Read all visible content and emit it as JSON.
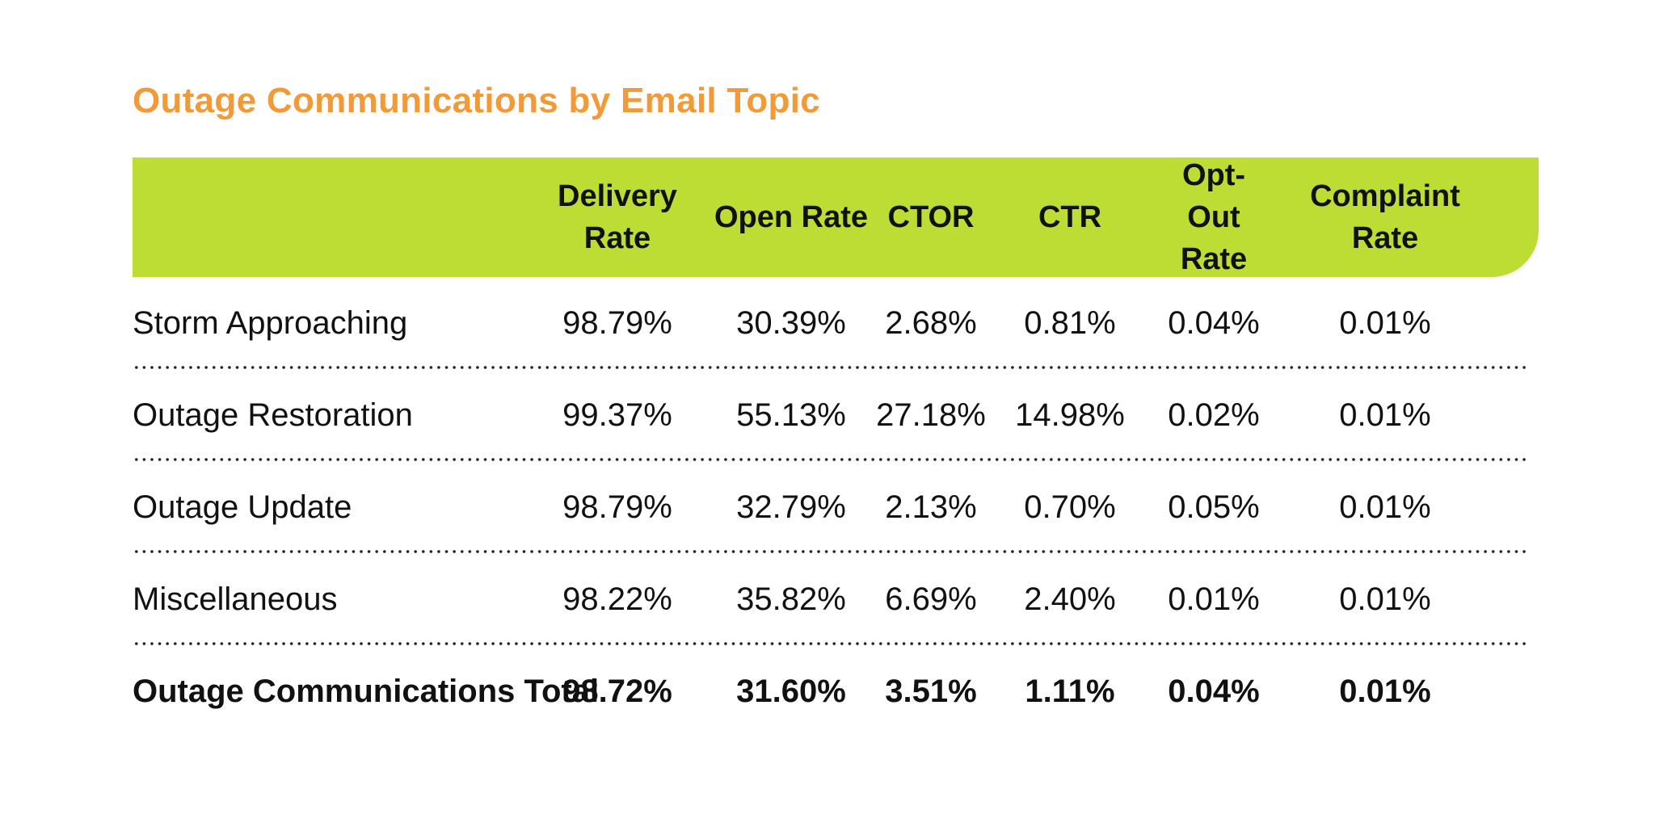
{
  "chart_data": {
    "type": "table",
    "title": "Outage Communications by Email Topic",
    "columns": [
      "",
      "Delivery\nRate",
      "Open Rate",
      "CTOR",
      "CTR",
      "Opt-Out\nRate",
      "Complaint\nRate"
    ],
    "rows": [
      {
        "label": "Storm Approaching",
        "values": [
          "98.79%",
          "30.39%",
          "2.68%",
          "0.81%",
          "0.04%",
          "0.01%"
        ]
      },
      {
        "label": "Outage Restoration",
        "values": [
          "99.37%",
          "55.13%",
          "27.18%",
          "14.98%",
          "0.02%",
          "0.01%"
        ]
      },
      {
        "label": "Outage Update",
        "values": [
          "98.79%",
          "32.79%",
          "2.13%",
          "0.70%",
          "0.05%",
          "0.01%"
        ]
      },
      {
        "label": "Miscellaneous",
        "values": [
          "98.22%",
          "35.82%",
          "6.69%",
          "2.40%",
          "0.01%",
          "0.01%"
        ]
      }
    ],
    "total": {
      "label": "Outage Communications Total",
      "values": [
        "98.72%",
        "31.60%",
        "3.51%",
        "1.11%",
        "0.04%",
        "0.01%"
      ]
    }
  },
  "colors": {
    "title": "#f29a38",
    "header_background": "#bedd34",
    "text": "#111111",
    "divider": "#222222"
  }
}
